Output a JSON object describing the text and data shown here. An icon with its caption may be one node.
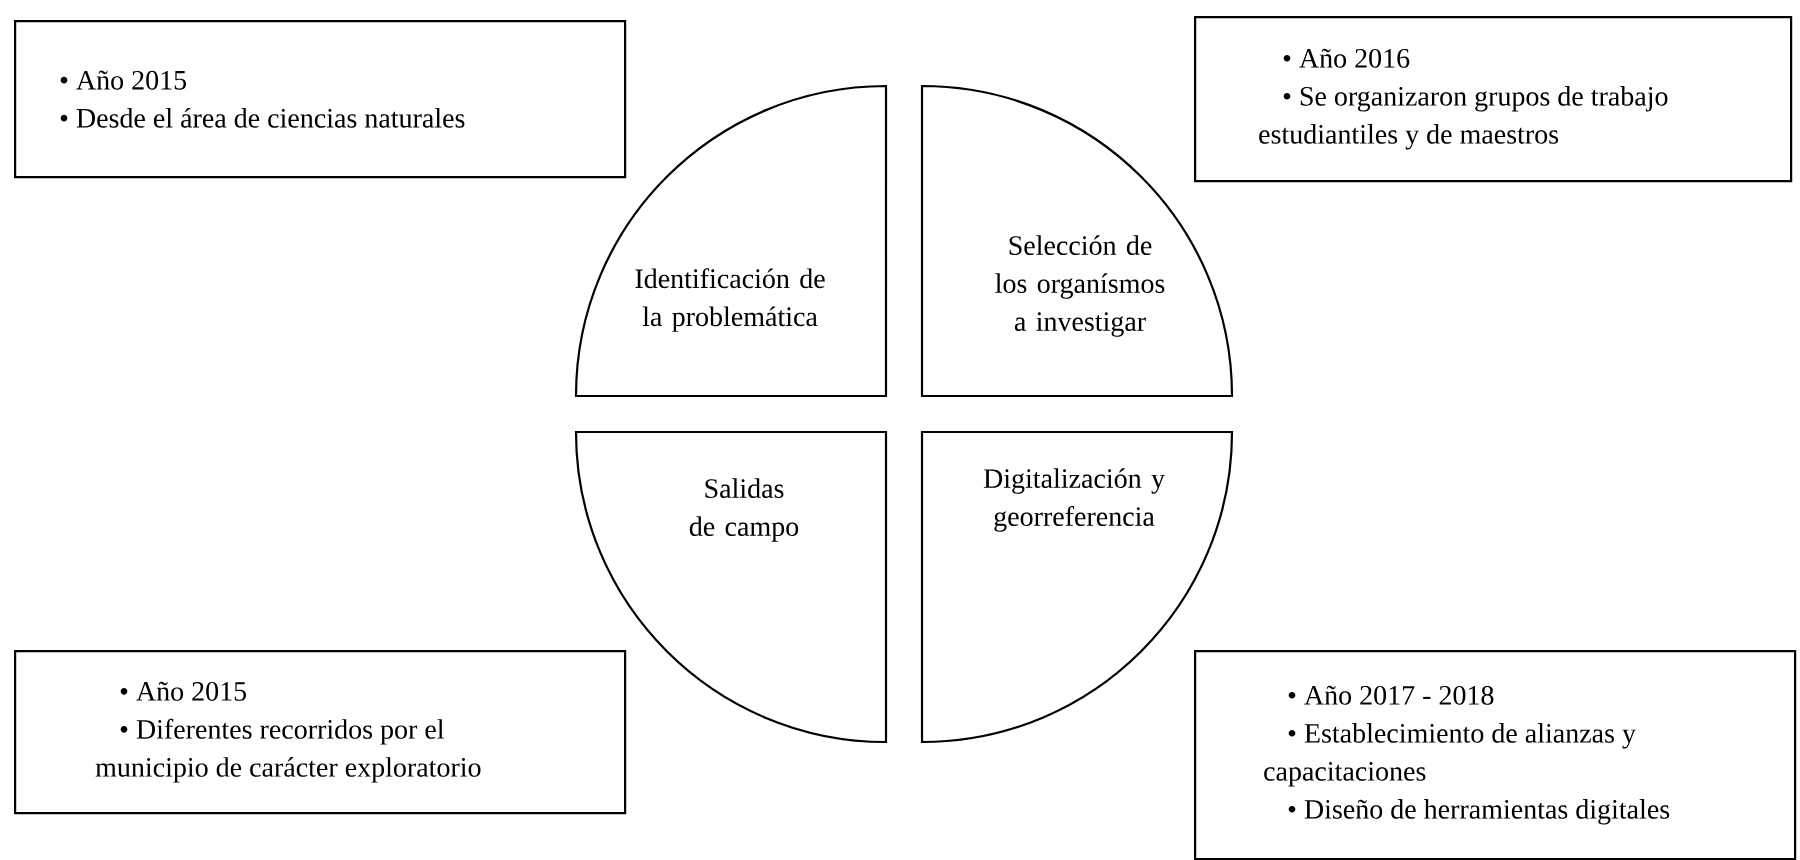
{
  "diagram": {
    "nodes": [
      {
        "text": [
          "• Año 2015",
          "• Desde el área de ciencias naturales"
        ]
      },
      {
        "text": [
          "• Año 2016",
          "• Se organizaron grupos de trabajo estudiantiles y de maestros"
        ]
      },
      {
        "text": [
          "Identificación de la problemática"
        ]
      },
      {
        "text": [
          "Selección de los organísmos a investigar"
        ]
      },
      {
        "text": [
          "Salidas de campo"
        ]
      },
      {
        "text": [
          "Digitalización y georreferencia"
        ]
      },
      {
        "text": [
          "• Año 2015",
          "• Diferentes recorridos por el municipio de carácter exploratorio"
        ]
      },
      {
        "text": [
          "• Año 2017 - 2018",
          "• Establecimiento de alianzas y capacitaciones",
          "• Diseño de herramientas digitales"
        ]
      }
    ],
    "edges": []
  }
}
